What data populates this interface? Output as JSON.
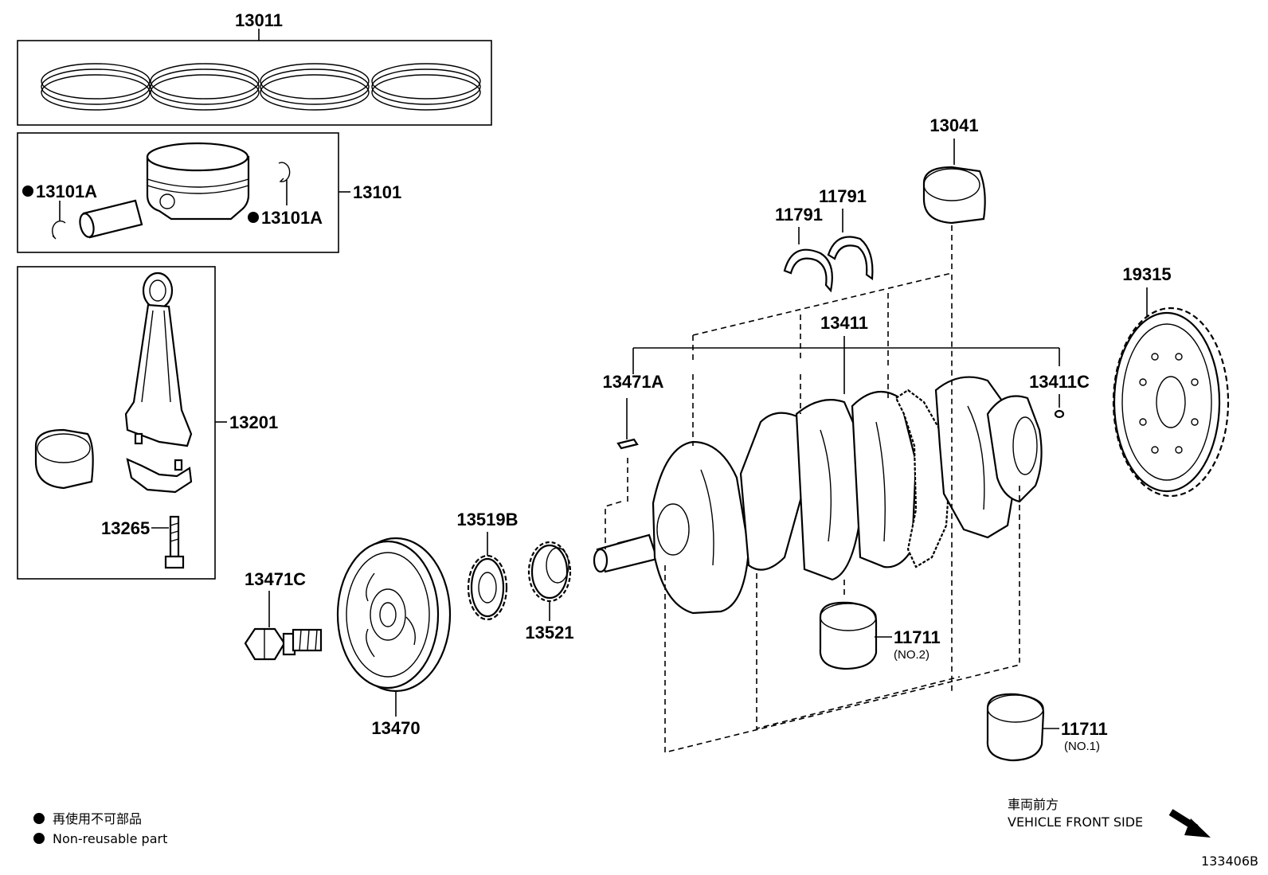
{
  "diagram_id": "133406B",
  "parts": {
    "p13011": "13011",
    "p13101": "13101",
    "p13101A_left": "13101A",
    "p13101A_right": "13101A",
    "p13201": "13201",
    "p13265": "13265",
    "p13471C": "13471C",
    "p13470": "13470",
    "p13519B": "13519B",
    "p13521": "13521",
    "p13471A": "13471A",
    "p13411": "13411",
    "p13411C": "13411C",
    "p11791_a": "11791",
    "p11791_b": "11791",
    "p13041": "13041",
    "p19315": "19315",
    "p11711_no2": "11711",
    "p11711_no2_sub": "(NO.2)",
    "p11711_no1": "11711",
    "p11711_no1_sub": "(NO.1)"
  },
  "legend": {
    "line1": "再使用不可部品",
    "line2": "Non-reusable part"
  },
  "direction": {
    "line1": "車両前方",
    "line2": "VEHICLE FRONT SIDE"
  }
}
